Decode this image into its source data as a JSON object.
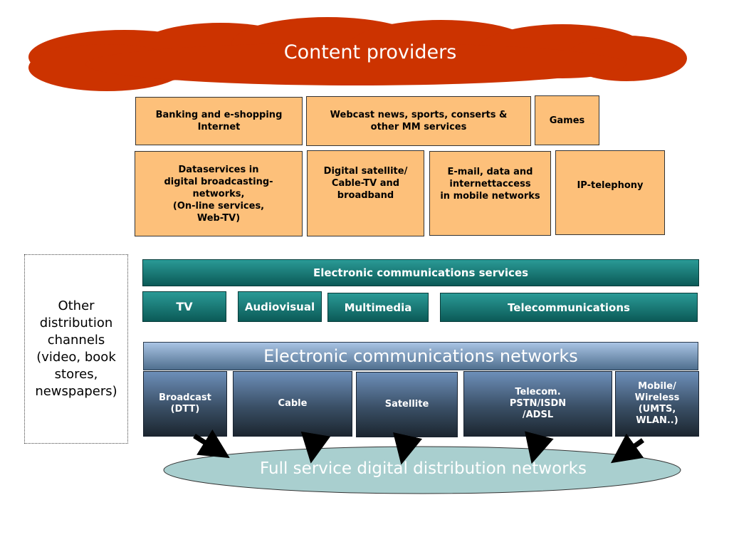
{
  "cloud": {
    "title": "Content providers"
  },
  "services": [
    {
      "id": "banking",
      "label": "Banking and e-shopping\nInternet"
    },
    {
      "id": "webcast",
      "label": "Webcast news, sports, conserts &\nother MM services"
    },
    {
      "id": "games",
      "label": "Games"
    },
    {
      "id": "dataservices",
      "label": "Dataservices in\ndigital broadcasting-\nnetworks,\n(On-line services,\nWeb-TV)"
    },
    {
      "id": "digital-satellite",
      "label": "Digital satellite/\nCable-TV and\nbroadband"
    },
    {
      "id": "email",
      "label": "E-mail, data and\ninternettaccess\nin mobile networks"
    },
    {
      "id": "ip-telephony",
      "label": "IP-telephony"
    }
  ],
  "other_channels": "Other\ndistribution\nchannels\n(video, book\nstores,\nnewspapers)",
  "ecs": {
    "title": "Electronic communications services",
    "items": [
      "TV",
      "Audiovisual",
      "Multimedia",
      "Telecommunications"
    ]
  },
  "ecn": {
    "title": "Electronic communications networks",
    "items": [
      "Broadcast\n(DTT)",
      "Cable",
      "Satellite",
      "Telecom.\nPSTN/ISDN\n/ADSL",
      "Mobile/\nWireless\n(UMTS,\nWLAN..)"
    ]
  },
  "distribution": {
    "title": "Full service digital distribution networks"
  },
  "colors": {
    "cloud": "#cc3300",
    "service_box": "#fdc07a",
    "teal": "#0f6a66",
    "network": "#3a4f66",
    "ellipse": "#a9cfcf"
  }
}
